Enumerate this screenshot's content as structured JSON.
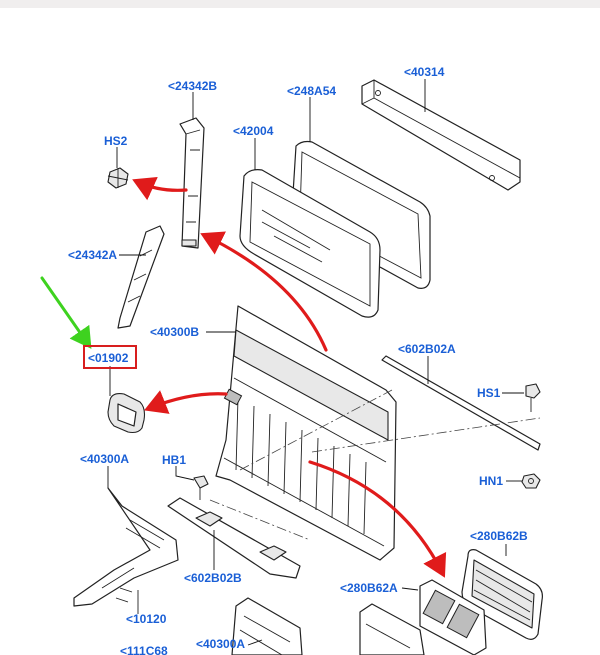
{
  "labels": {
    "p24342B": "<24342B",
    "p248A54": "<248A54",
    "p40314": "<40314",
    "hs2": "HS2",
    "p42004": "<42004",
    "p24342A": "<24342A",
    "p40300B": "<40300B",
    "p01902": "<01902",
    "p602B02A": "<602B02A",
    "hs1": "HS1",
    "hb1": "HB1",
    "p40300A_left": "<40300A",
    "hn1": "HN1",
    "p280B62B": "<280B62B",
    "p602B02B": "<602B02B",
    "p280B62A": "<280B62A",
    "p10120": "<10120",
    "p111C68": "<111C68",
    "p40300A_bottom": "<40300A"
  },
  "highlight": {
    "part": "<01902",
    "box_color": "#d81e1e",
    "pointer_color": "#3ed21f"
  },
  "colors": {
    "label_text": "#1a5fd6",
    "callout_arrows": "#e01b1b",
    "line_art": "#222222"
  },
  "icons": [
    "bolt-icon",
    "nut-icon",
    "red-arrow",
    "green-pointer-arrow"
  ]
}
